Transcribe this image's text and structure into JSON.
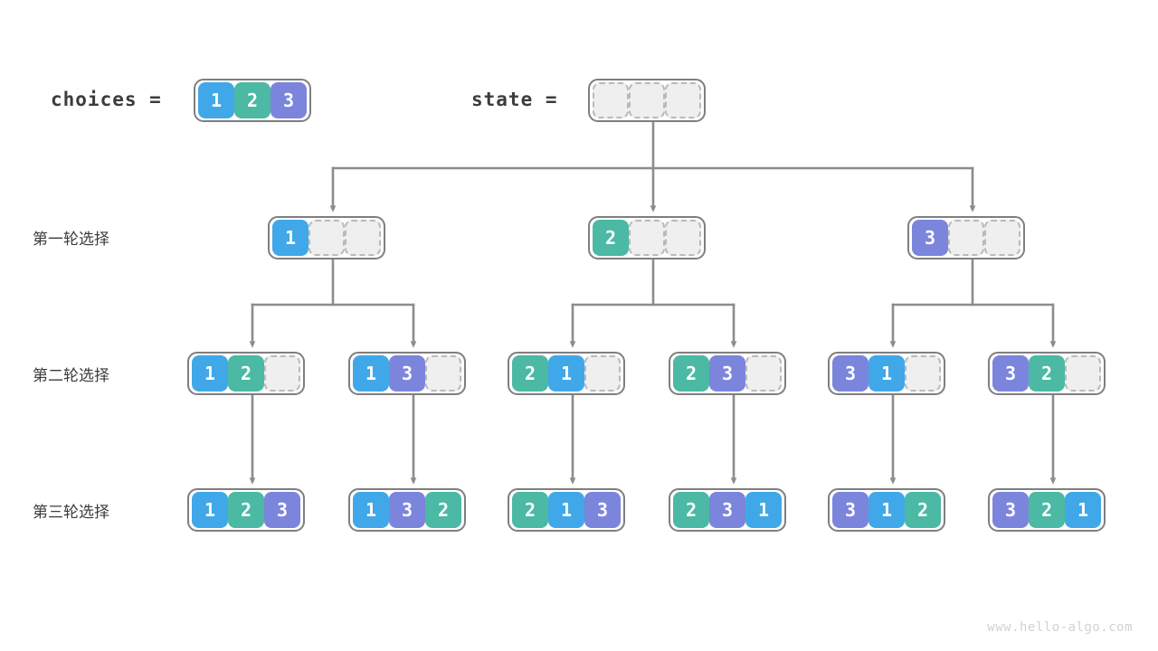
{
  "diagram": {
    "title_watermark": "www.hello-algo.com",
    "colors": {
      "value_1": "#40a8e8",
      "value_2": "#4bb9a4",
      "value_3": "#7b85dc",
      "empty_cell": "#efefef",
      "border": "#7f7f7f",
      "connector": "#8c8c8c",
      "text": "#3c3c3c"
    },
    "header": {
      "choices_label": "choices =",
      "choices_values": [
        "1",
        "2",
        "3"
      ],
      "state_label": "state =",
      "state_values": [
        "",
        "",
        ""
      ]
    },
    "row_labels": [
      "第一轮选择",
      "第二轮选择",
      "第三轮选择"
    ],
    "round1": [
      {
        "cells": [
          "1",
          "",
          ""
        ]
      },
      {
        "cells": [
          "2",
          "",
          ""
        ]
      },
      {
        "cells": [
          "3",
          "",
          ""
        ]
      }
    ],
    "round2": [
      {
        "cells": [
          "1",
          "2",
          ""
        ]
      },
      {
        "cells": [
          "1",
          "3",
          ""
        ]
      },
      {
        "cells": [
          "2",
          "1",
          ""
        ]
      },
      {
        "cells": [
          "2",
          "3",
          ""
        ]
      },
      {
        "cells": [
          "3",
          "1",
          ""
        ]
      },
      {
        "cells": [
          "3",
          "2",
          ""
        ]
      }
    ],
    "round3": [
      {
        "cells": [
          "1",
          "2",
          "3"
        ]
      },
      {
        "cells": [
          "1",
          "3",
          "2"
        ]
      },
      {
        "cells": [
          "2",
          "1",
          "3"
        ]
      },
      {
        "cells": [
          "2",
          "3",
          "1"
        ]
      },
      {
        "cells": [
          "3",
          "1",
          "2"
        ]
      },
      {
        "cells": [
          "3",
          "2",
          "1"
        ]
      }
    ]
  }
}
